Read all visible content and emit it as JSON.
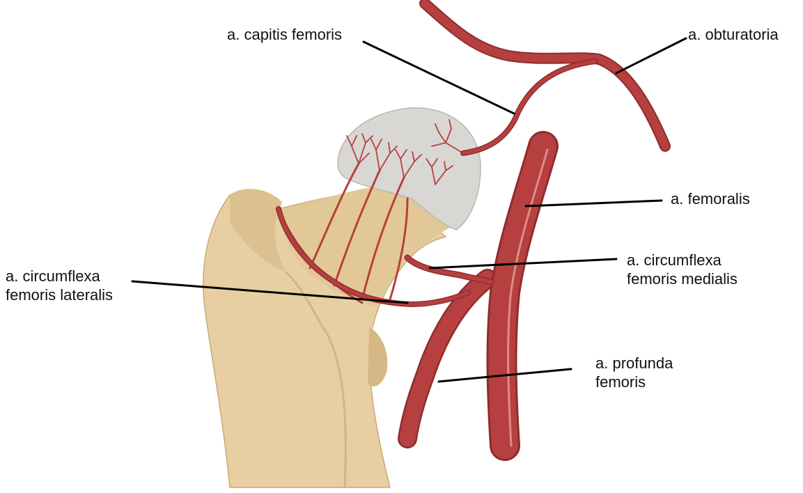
{
  "colors": {
    "background": "#ffffff",
    "bone": "#e8cfa3",
    "bone_shadow": "#d6b887",
    "cartilage": "#d9d7d4",
    "artery": "#b5403f",
    "artery_dark": "#8f2c2d",
    "artery_highlight": "#e79a94",
    "leader_line": "#000000"
  },
  "labels": {
    "capitis": "a. capitis femoris",
    "obturatoria": "a. obturatoria",
    "femoralis": "a. femoralis",
    "medialis_line1": "a. circumflexa",
    "medialis_line2": "femoris medialis",
    "lateralis_line1": "a. circumflexa",
    "lateralis_line2": "femoris lateralis",
    "profunda_line1": "a. profunda",
    "profunda_line2": "femoris"
  }
}
